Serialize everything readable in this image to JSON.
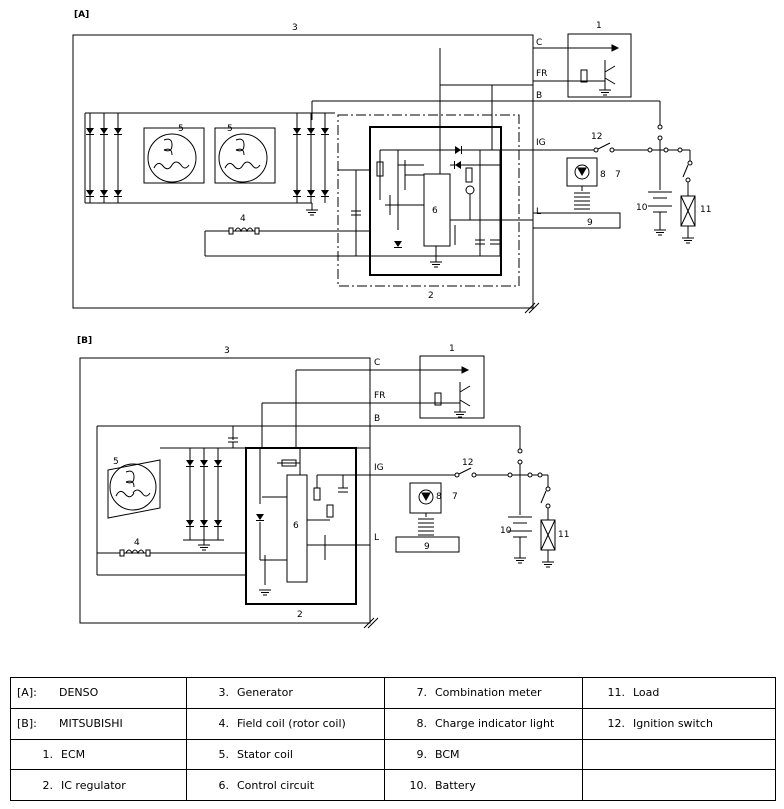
{
  "diagram_a": {
    "tag": "[A]",
    "labels": {
      "n3": "3",
      "n1": "1",
      "n2": "2",
      "n4": "4",
      "n5a": "5",
      "n5b": "5",
      "n6": "6",
      "n7": "7",
      "n8": "8",
      "n9": "9",
      "n10": "10",
      "n11": "11",
      "n12": "12",
      "c": "C",
      "fr": "FR",
      "b": "B",
      "ig": "IG",
      "l": "L"
    }
  },
  "diagram_b": {
    "tag": "[B]",
    "labels": {
      "n3": "3",
      "n1": "1",
      "n2": "2",
      "n4": "4",
      "n5": "5",
      "n6": "6",
      "n7": "7",
      "n8": "8",
      "n9": "9",
      "n10": "10",
      "n11": "11",
      "n12": "12",
      "c": "C",
      "fr": "FR",
      "b": "B",
      "ig": "IG",
      "l": "L"
    }
  },
  "legend": {
    "rows": [
      [
        {
          "key": "[A]:",
          "text": "DENSO"
        },
        {
          "key": "3.",
          "text": "Generator"
        },
        {
          "key": "7.",
          "text": "Combination meter"
        },
        {
          "key": "11.",
          "text": "Load"
        }
      ],
      [
        {
          "key": "[B]:",
          "text": "MITSUBISHI"
        },
        {
          "key": "4.",
          "text": "Field coil (rotor coil)"
        },
        {
          "key": "8.",
          "text": "Charge indicator light"
        },
        {
          "key": "12.",
          "text": "Ignition switch"
        }
      ],
      [
        {
          "key": "1.",
          "text": "ECM"
        },
        {
          "key": "5.",
          "text": "Stator coil"
        },
        {
          "key": "9.",
          "text": "BCM"
        },
        {
          "key": "",
          "text": ""
        }
      ],
      [
        {
          "key": "2.",
          "text": "IC regulator"
        },
        {
          "key": "6.",
          "text": "Control circuit"
        },
        {
          "key": "10.",
          "text": "Battery"
        },
        {
          "key": "",
          "text": ""
        }
      ]
    ]
  }
}
